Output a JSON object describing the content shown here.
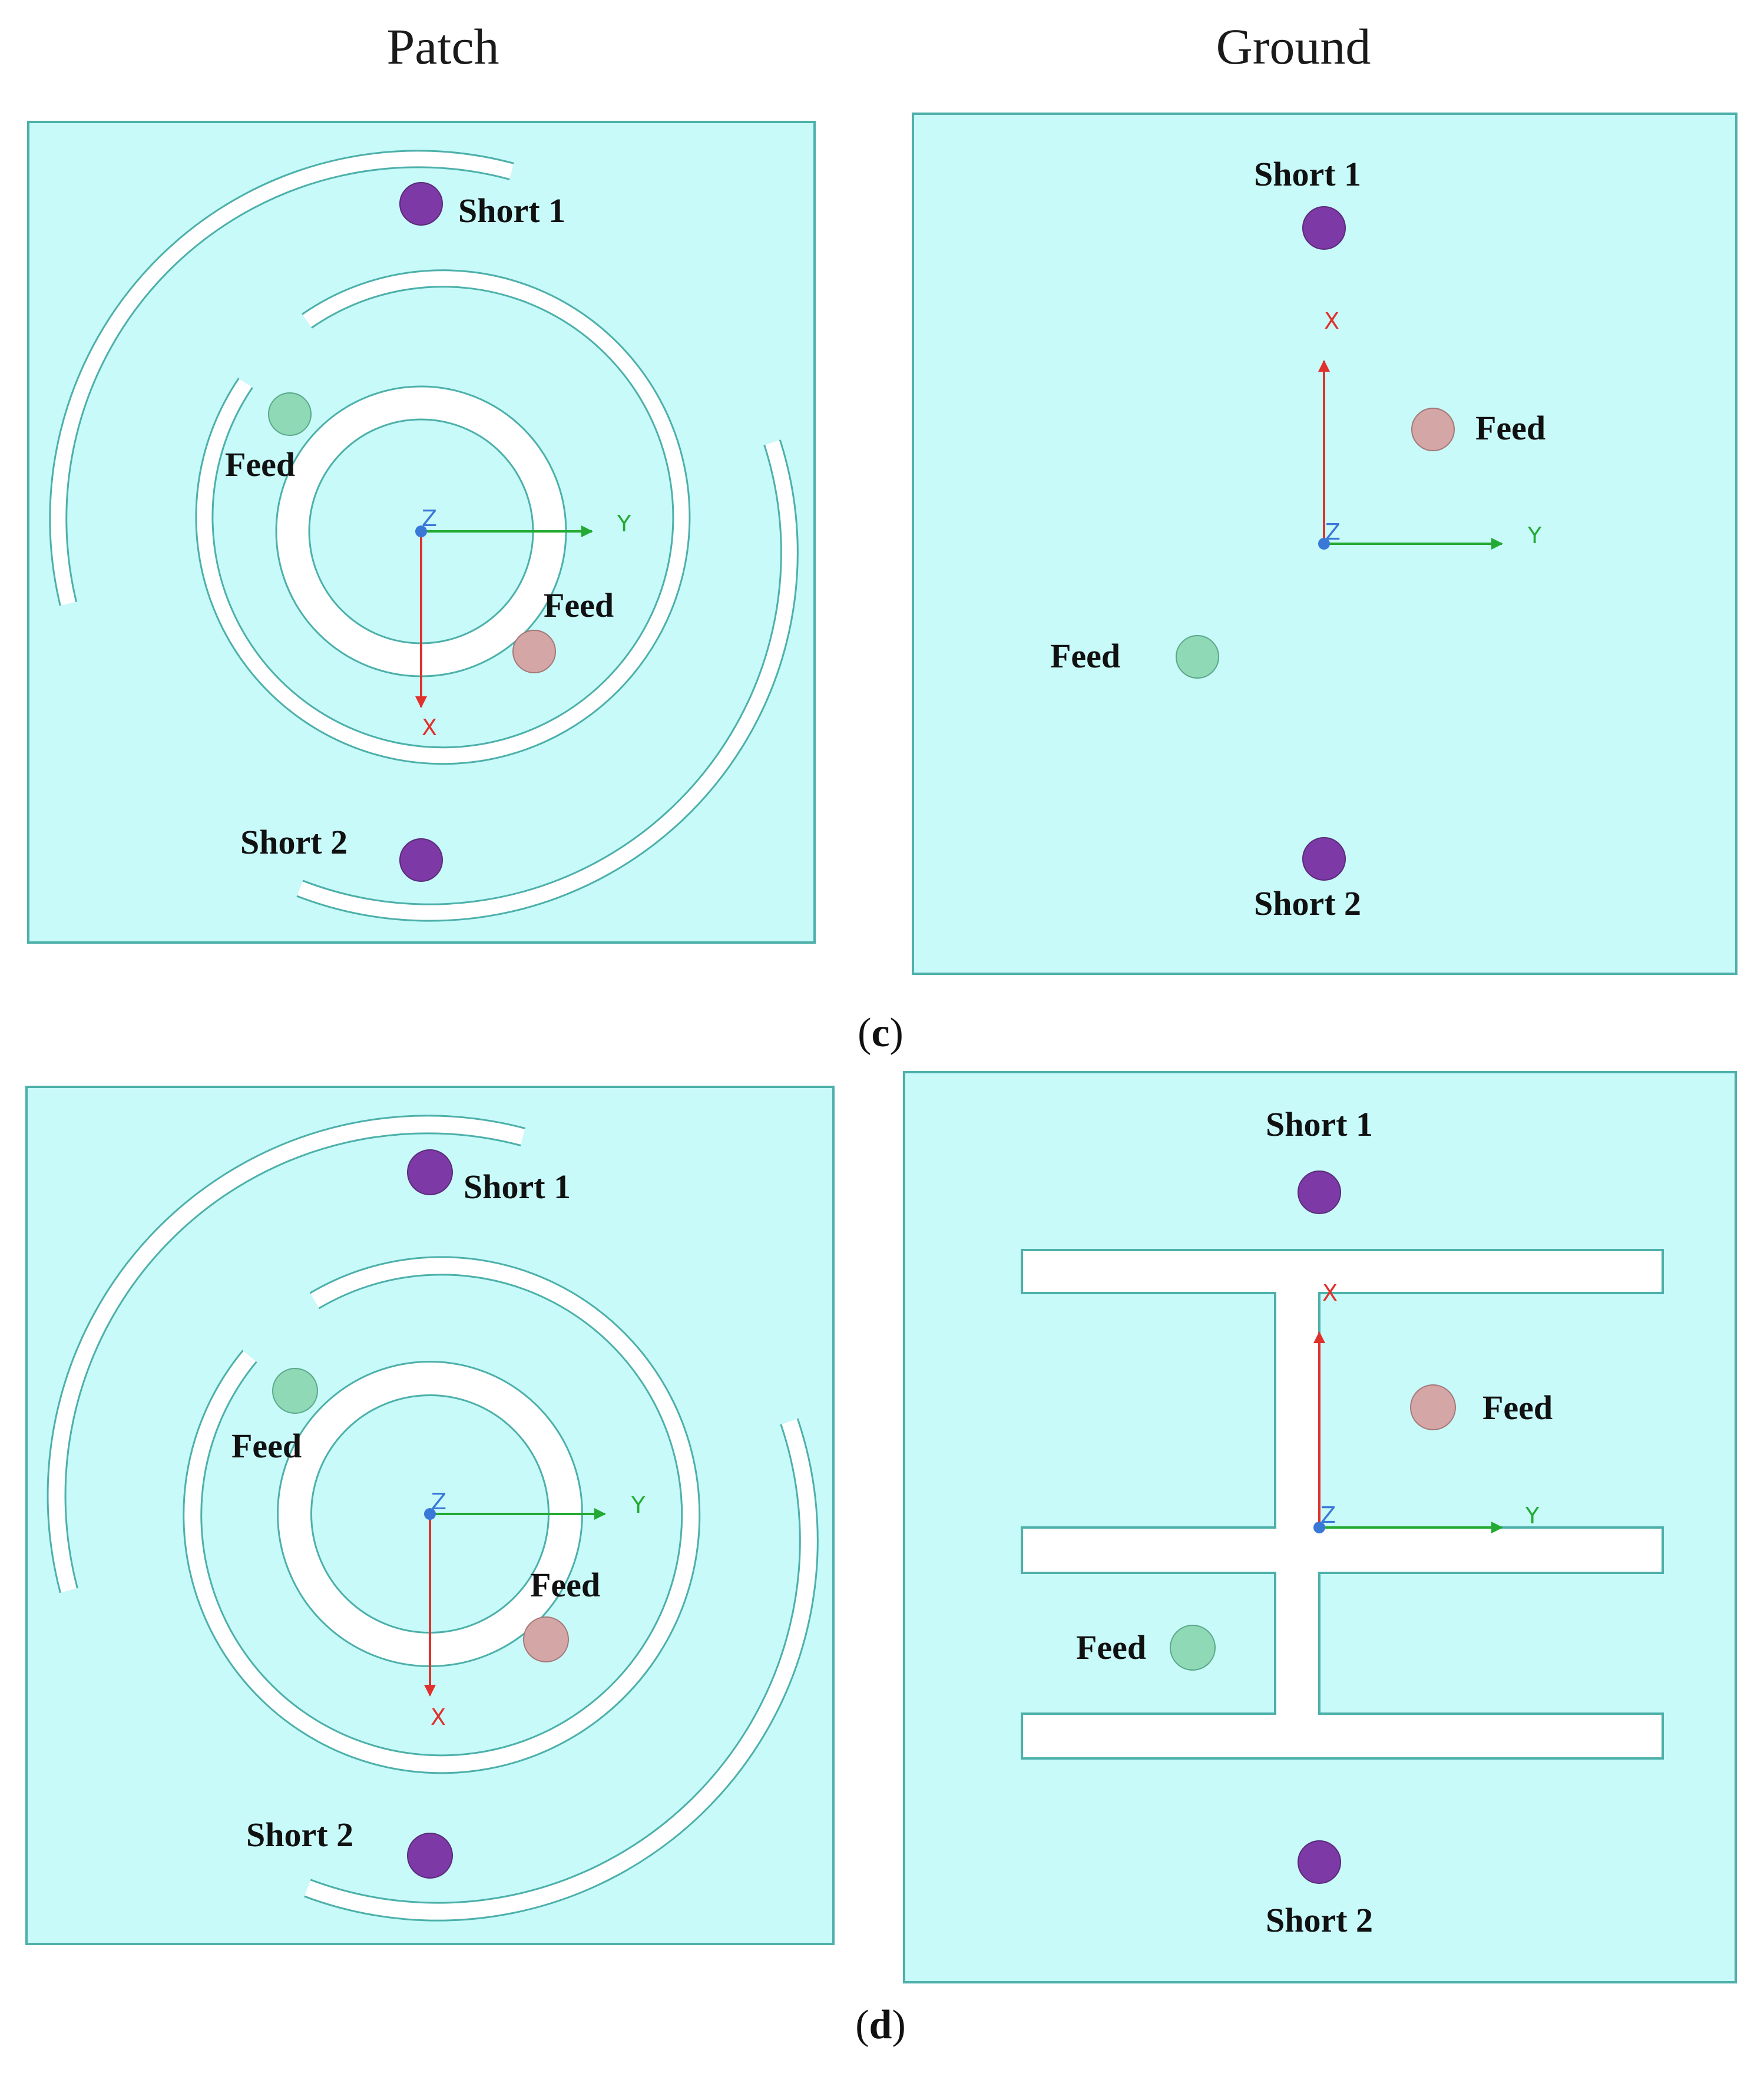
{
  "column_titles": {
    "patch": "Patch",
    "ground": "Ground"
  },
  "captions": {
    "c": "c",
    "d": "d"
  },
  "labels": {
    "short1": "Short 1",
    "short2": "Short 2",
    "feed": "Feed"
  },
  "axes": {
    "x": "X",
    "y": "Y",
    "z": "Z"
  },
  "colors": {
    "substrate": "#c8fafa",
    "outline": "#4db0aa",
    "slot": "#ffffff",
    "short_pin": "#7d3aa6",
    "feed_green": "#8fd9b6",
    "feed_pink": "#d5a6a6",
    "axis_x": "#e0312c",
    "axis_y": "#22aa33",
    "axis_z": "#3a78d8"
  }
}
